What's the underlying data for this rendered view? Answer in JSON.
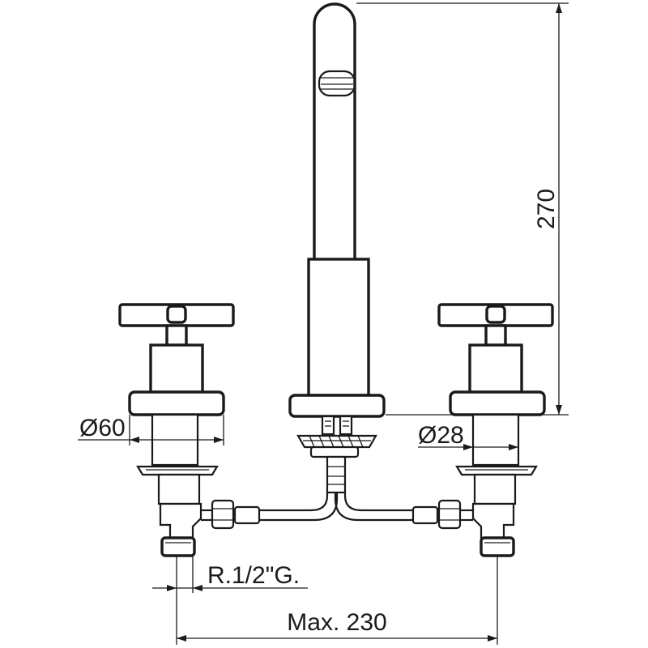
{
  "dimensions": {
    "height": "270",
    "handle_diameter": "Ø60",
    "spout_diameter": "Ø28",
    "thread": "R.1/2\"G.",
    "width": "Max. 230"
  }
}
